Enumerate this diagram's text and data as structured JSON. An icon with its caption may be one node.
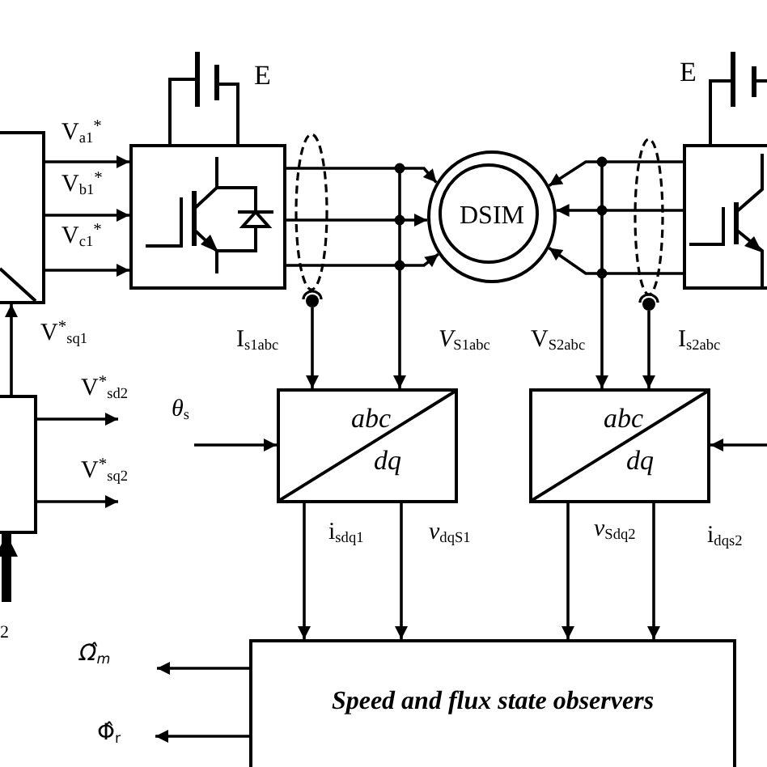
{
  "diagram": {
    "nodes": [
      {
        "text": [],
        "shape": "box"
      },
      {
        "text": [],
        "shape": "box"
      },
      {
        "text": [],
        "shape": "dot"
      },
      {
        "text": [
          "DSIM"
        ]
      },
      {
        "text": [],
        "shape": "dot"
      },
      {
        "text": [],
        "shape": "box"
      },
      {
        "text": [],
        "shape": "box"
      },
      {
        "text": [
          "abc",
          "dq"
        ]
      },
      {
        "text": [
          "abc",
          "dq"
        ]
      },
      {
        "text": [
          "Speed and flux state observers"
        ]
      }
    ],
    "edges": [
      {
        "from": 0,
        "to": 1,
        "arrow": "to",
        "label": "V$_{a1}$$^{*}$"
      },
      {
        "from": 0,
        "to": 1,
        "arrow": "to",
        "label": "V$_{b1}$$^{*}$"
      },
      {
        "from": 0,
        "to": 1,
        "arrow": "to",
        "label": "V$_{c1}$$^{*}$"
      },
      {
        "from": 1,
        "to": 3,
        "arrow": "to"
      },
      {
        "from": 1,
        "to": 3,
        "arrow": "to"
      },
      {
        "from": 1,
        "to": 3,
        "arrow": "to"
      },
      {
        "from": 5,
        "to": 3,
        "arrow": "to"
      },
      {
        "from": 5,
        "to": 3,
        "arrow": "to"
      },
      {
        "from": 5,
        "to": 3,
        "arrow": "to"
      },
      {
        "from": 6,
        "to": 0,
        "arrow": "to",
        "label": "V$^{*}$$_{sq1}$"
      },
      {
        "from": 6,
        "to": null,
        "arrow": "to",
        "label": "V$^{*}$$_{sd2}$"
      },
      {
        "from": 6,
        "to": null,
        "arrow": "to",
        "label": "V$^{*}$$_{sq2}$"
      },
      {
        "from": null,
        "to": 6,
        "arrow": "to",
        "style": "thick"
      },
      {
        "from": 2,
        "to": 7,
        "arrow": "to",
        "label": "I$_{s1abc}$"
      },
      {
        "from": null,
        "to": 7,
        "arrow": "to",
        "label": "*V*$_{S1abc}$"
      },
      {
        "from": null,
        "to": 8,
        "arrow": "to",
        "label": "V$_{S2abc}$"
      },
      {
        "from": 4,
        "to": 8,
        "arrow": "to",
        "label": "I$_{s2abc}$"
      },
      {
        "from": null,
        "to": 7,
        "arrow": "to",
        "label": "*θ*$_{s}$"
      },
      {
        "from": null,
        "to": 8,
        "arrow": "to"
      },
      {
        "from": 7,
        "to": 9,
        "arrow": "to",
        "label": "i$_{sdq1}$"
      },
      {
        "from": 7,
        "to": 9,
        "arrow": "to",
        "label": "*v*$_{dqS1}$"
      },
      {
        "from": 8,
        "to": 9,
        "arrow": "to",
        "label": "*v*$_{Sdq2}$"
      },
      {
        "from": 8,
        "to": 9,
        "arrow": "to",
        "label": "i$_{dqs2}$"
      },
      {
        "from": 9,
        "to": null,
        "arrow": "to",
        "label": "Ω̂$_{m}$"
      },
      {
        "from": 9,
        "to": null,
        "arrow": "to",
        "label": "Φ̂$_{r}$"
      }
    ],
    "labels": [
      "E",
      "E",
      "2"
    ]
  }
}
